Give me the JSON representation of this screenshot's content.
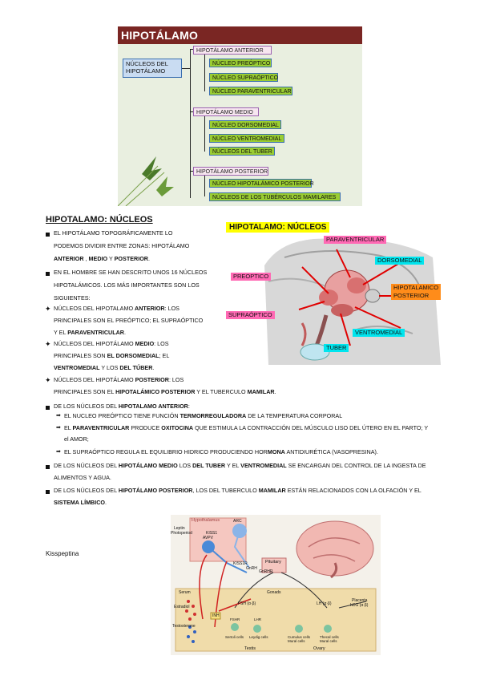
{
  "slide": {
    "title": "HIPOTÁLAMO",
    "root": "NÚCLEOS DEL HIPOTÁLAMO",
    "anterior": "HIPOTÁLAMO ANTERIOR",
    "anterior_items": [
      "NÚCLEO PREÓPTICO",
      "NÚCLEO SUPRAÓPTICO",
      "NÚCLEO PARAVENTRICULAR"
    ],
    "medio": "HIPOTÁLAMO MEDIO",
    "medio_items": [
      "NÚCLEO DORSOMEDIAL",
      "NÚCLEO VENTROMEDIAL",
      "NÚCLEOS DEL TUBER"
    ],
    "posterior": "HIPOTÁLAMO POSTERIOR",
    "posterior_items": [
      "NÚCLEO HIPOTALÁMICO POSTERIOR",
      "NÚCLEOS DE LOS TUBÉRCULOS MAMILARES"
    ]
  },
  "heading": "HIPOTALAMO: NÚCLEOS",
  "paragraphs": {
    "p1_a": "EL HIPOTÁLAMO TOPOGRÁFICAMENTE LO",
    "p1_b": "PODEMOS DIVIDIR ENTRE ZONAS: HIPOTÁLAMO",
    "p1_c_bold1": "ANTERIOR",
    "p1_c_mid": " , ",
    "p1_c_bold2": "MEDIO",
    "p1_c_mid2": " Y ",
    "p1_c_bold3": "POSTERIOR",
    "p1_c_end": ".",
    "p2_a": "EN EL HOMBRE SE HAN DESCRITO UNOS 16 NÚCLEOS",
    "p2_b": "HIPOTALÁMICOS. LOS MÁS IMPORTANTES SON LOS",
    "p2_c": "SIGUIENTES:",
    "s1_a1": "NÚCLEOS DEL HIPOTALAMO ",
    "s1_a2": "ANTERIOR",
    "s1_a3": ": LOS",
    "s1_b": "PRINCIPALES SON EL PREÓPTICO; EL SUPRAÓPTICO",
    "s1_c1": "Y EL ",
    "s1_c2": "PARAVENTRICULAR",
    "s1_c3": ".",
    "s2_a1": "NÚCLEOS DEL HIPOTÁLAMO ",
    "s2_a2": "MEDIO",
    "s2_a3": ": LOS",
    "s2_b1": "PRINCIPALES SON ",
    "s2_b2": "EL DORSOMEDIAL",
    "s2_b3": "; EL",
    "s2_c1": "VENTROMEDIAL",
    "s2_c2": " Y LOS ",
    "s2_c3": "DEL TÚBER",
    "s2_c4": ".",
    "s3_a1": "NÚCLEOS DEL HIPOTÁLAMO ",
    "s3_a2": "POSTERIOR",
    "s3_a3": ": LOS",
    "s3_b1": "PRINCIPALES SON EL ",
    "s3_b2": "HIPOTALÁMICO POSTERIOR",
    "s3_b3": " Y EL TUBERCULO ",
    "s3_b4": "MAMILAR",
    "s3_b5": ".",
    "p3_1": "DE LOS NÚCLEOS DEL ",
    "p3_2": "HIPOTALAMO ANTERIOR",
    "p3_3": ":",
    "a1_1": "EL NUCLEO PREÓPTICO TIENE FUNCIÓN ",
    "a1_2": "TERMORREGULADORA",
    "a1_3": " DE LA TEMPERATURA CORPORAL",
    "a2_1": "EL ",
    "a2_2": "PARAVENTRICULAR",
    "a2_3": " PRODUCE ",
    "a2_4": "OXITOCINA",
    "a2_5": " QUE ESTIMULA LA CONTRACCIÓN DEL MÚSCULO LISO DEL ÚTERO EN EL PARTO; Y",
    "a2_6": "el AMOR;",
    "a3_1": "EL SUPRAÓPTICO REGULA EL EQUILIBRIO HIDRICO PRODUCIENDO HOR",
    "a3_2": "MONA",
    "a3_3": " ANTIDIURÉTICA (VASOPRESINA).",
    "p4_1": "DE LOS NÚCLEOS DEL ",
    "p4_2": "HIPOTÁLAMO MEDIO",
    "p4_3": " LOS ",
    "p4_4": "DEL TUBER",
    "p4_5": " Y EL ",
    "p4_6": "VENTROMEDIAL",
    "p4_7": " SE ENCARGAN DEL CONTROL DE LA INGESTA DE",
    "p4_8": "ALIMENTOS Y AGUA.",
    "p5_1": "DE LOS NÚCLEOS DEL ",
    "p5_2": "HIPOTÁLAMO POSTERIOR",
    "p5_3": ", LOS DEL TUBERCULO ",
    "p5_4": "MAMILAR",
    "p5_5": " ESTÁN RELACIONADOS CON LA OLFACIÓN Y EL",
    "p5_6": "SISTEMA LÍMBICO",
    "p5_7": "."
  },
  "brain_image": {
    "title": "HIPOTALAMO: NÚCLEOS",
    "labels": {
      "paraventricular": "PARAVENTRICULAR",
      "dorsomedial": "DORSOMEDIAL",
      "preoptico": "PREOPTICO",
      "hipo_post_1": "HIPOTALAMICO",
      "hipo_post_2": "POSTERIOR",
      "supraoptico": "SUPRAÓPTICO",
      "ventromedial": "VENTROMEDIAL",
      "tuber": "TUBER"
    }
  },
  "kisspeptina_label": "Kisspeptina",
  "kiss_diagram": {
    "hypothalamus": "Hypothalamus",
    "leptin": "Leptin",
    "photoperiod": "Photoperiod",
    "arc": "ARC",
    "kiss1": "KISS1",
    "avpv": "AVPV",
    "kiss1r": "KISS1R",
    "gnrh": "GnRH",
    "gnrhr": "GnRHR",
    "pituitary": "Pituitary",
    "gonads": "Gonads",
    "serum": "Serum",
    "estradiol": "Estradiol",
    "testosterone": "Testosterone",
    "inh": "INH",
    "fsh": "FSH (α·β)",
    "lh": "LH (α·β)",
    "placenta": "Placenta",
    "hcg": "hCG (α·β)",
    "fshr": "FSHR",
    "lhr": "LHR",
    "sertoli": "Sertoli cells",
    "leydig": "Leydig cells",
    "cumulus": "Cumulus cells Mural cells",
    "thecal": "Thecal cells Mural cells",
    "testis": "Testis",
    "ovary": "Ovary"
  },
  "colors": {
    "slide_title_bar": "#7a2623",
    "green_box": "#9acd32",
    "pink_box": "#f7e6f0",
    "yellow_highlight": "#ffff00",
    "pink_label": "#ff69b4",
    "cyan_label": "#00e5ee",
    "orange_label": "#ff8c1a"
  }
}
